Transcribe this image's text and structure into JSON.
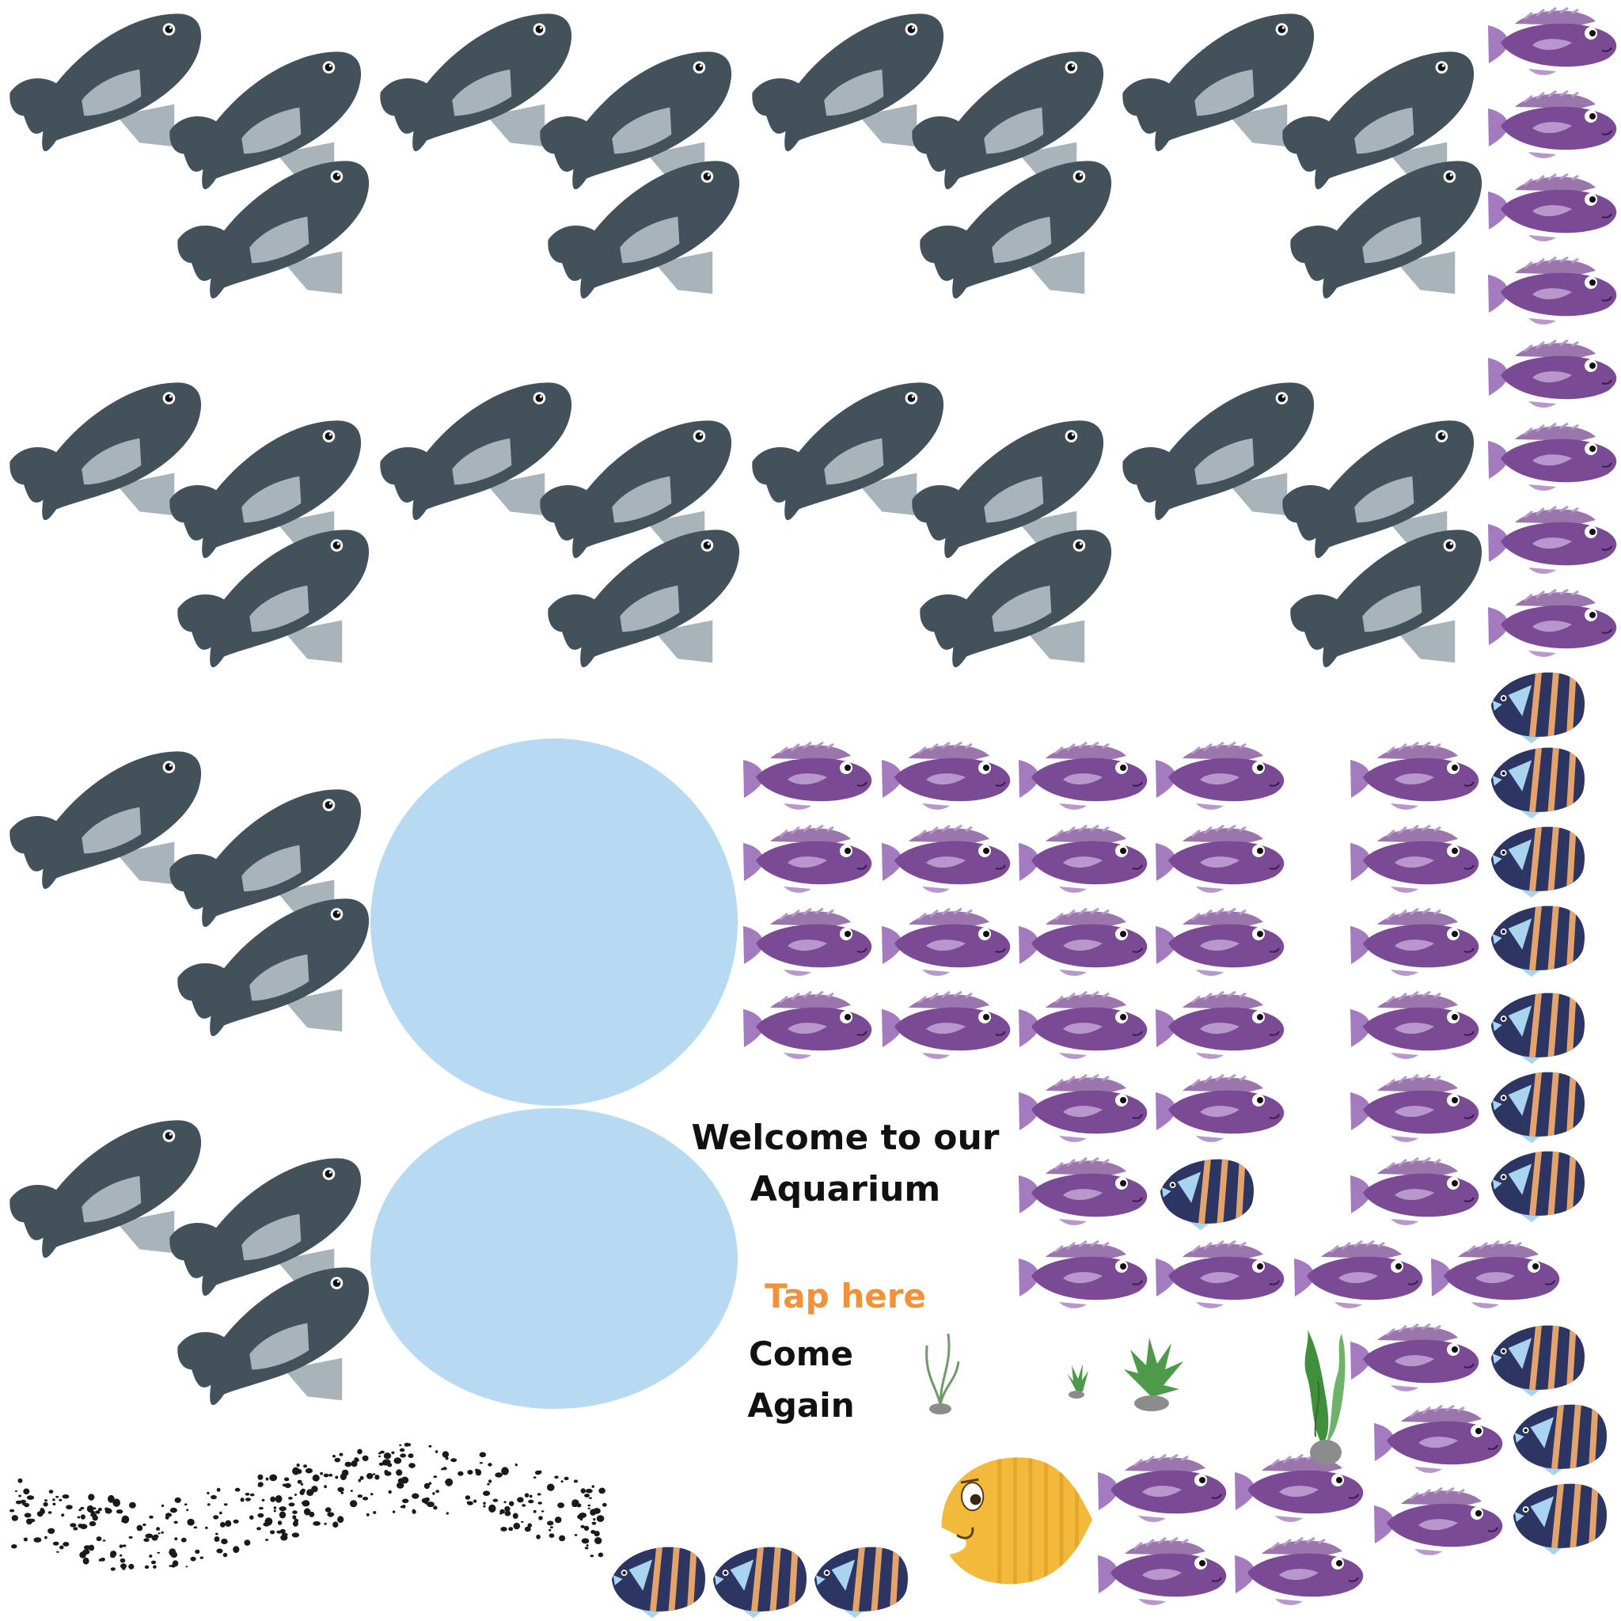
{
  "texts": {
    "welcome_line1": "Welcome to our",
    "welcome_line2": "Aquarium",
    "tap": "Tap here",
    "come_line1": "Come",
    "come_line2": "Again"
  },
  "colors": {
    "background": "#ffffff",
    "text": "#111111",
    "tap_text": "#f0923a",
    "bubble": "#b8d9f2",
    "dark_fish_body": "#43525a",
    "dark_fish_patch": "#a8b3ba",
    "purple_fish_body": "#7b4a94",
    "purple_fish_patch": "#b898cc",
    "angelfish_body": "#2d3563",
    "angelfish_stripe": "#e3a36b",
    "angelfish_fin": "#a9d4f0",
    "goldfish_body": "#f2b93b",
    "goldfish_stripe": "#e6a52e",
    "plant_green": "#4e9a4a",
    "rock_gray": "#8c8c8c"
  },
  "sprites": {
    "dark_fish": "dark-fish-icon",
    "purple_fish": "purple-fish-icon",
    "angelfish": "striped-angelfish-icon",
    "goldfish": "yellow-goldfish-icon",
    "bubble": "bubble-icon",
    "seaweed": "seaweed-icon",
    "sand": "sand-pebbles-icon"
  }
}
